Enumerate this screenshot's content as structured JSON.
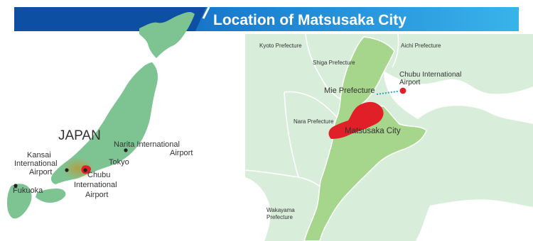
{
  "banner": {
    "title": "Location of Matsusaka City"
  },
  "japan_map": {
    "country_label": "JAPAN",
    "places": {
      "narita_line1": "Narita International",
      "narita_line2": "Airport",
      "tokyo": "Tokyo",
      "kansai_line1": "Kansai",
      "kansai_line2": "International",
      "kansai_line3": "Airport",
      "chubu_line1": "Chubu",
      "chubu_line2": "International",
      "chubu_line3": "Airport",
      "fukuoka": "Fukuoka"
    }
  },
  "region_map": {
    "prefectures": {
      "kyoto": "Kyoto Prefecture",
      "shiga": "Shiga Prefecture",
      "aichi": "Aichi Prefecture",
      "mie": "Mie Prefecture",
      "nara": "Nara Prefecture",
      "wakayama_line1": "Wakayama",
      "wakayama_line2": "Prefecture"
    },
    "city": "Matsusaka City",
    "airport_line1": "Chubu International",
    "airport_line2": "Airport"
  },
  "colors": {
    "banner_dark": "#0f5fb4",
    "banner_light": "#2fa3e0",
    "land_light": "#d6ecd9",
    "land_japan": "#7ec493",
    "mie_green": "#a5d48a",
    "city_red": "#e0202a",
    "border": "#ffffff"
  }
}
